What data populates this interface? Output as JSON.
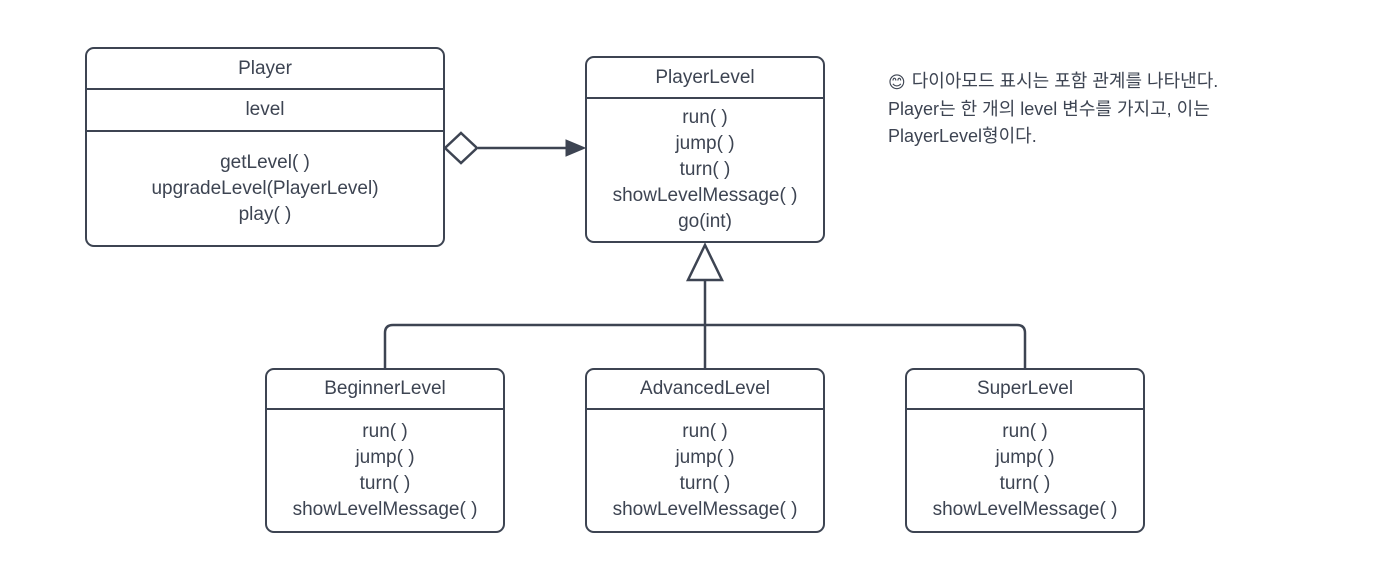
{
  "diagram": {
    "title": "UML class diagram - Player / PlayerLevel",
    "stroke_color": "#3d4452",
    "background_color": "#ffffff",
    "classes": [
      {
        "id": "player",
        "name": "Player",
        "attributes": [
          "level"
        ],
        "operations": [
          "getLevel( )",
          "upgradeLevel(PlayerLevel)",
          "play( )"
        ]
      },
      {
        "id": "playerlevel",
        "name": "PlayerLevel",
        "attributes": [],
        "operations": [
          "run( )",
          "jump( )",
          "turn( )",
          "showLevelMessage( )",
          "go(int)"
        ]
      },
      {
        "id": "beginner",
        "name": "BeginnerLevel",
        "attributes": [],
        "operations": [
          "run( )",
          "jump( )",
          "turn( )",
          "showLevelMessage( )"
        ]
      },
      {
        "id": "advanced",
        "name": "AdvancedLevel",
        "attributes": [],
        "operations": [
          "run( )",
          "jump( )",
          "turn( )",
          "showLevelMessage( )"
        ]
      },
      {
        "id": "super",
        "name": "SuperLevel",
        "attributes": [],
        "operations": [
          "run( )",
          "jump( )",
          "turn( )",
          "showLevelMessage( )"
        ]
      }
    ],
    "relations": [
      {
        "type": "aggregation",
        "from": "player",
        "to": "playerlevel",
        "marker_source": "hollow-diamond",
        "marker_target": "filled-arrow"
      },
      {
        "type": "generalization",
        "from": [
          "beginner",
          "advanced",
          "super"
        ],
        "to": "playerlevel",
        "marker_target": "hollow-triangle"
      }
    ]
  },
  "annotation": {
    "emoji": "😊",
    "emoji_name": "smiling-face-with-smiling-eyes",
    "line1": "다이아모드 표시는 포함 관계를 나타낸다.",
    "line2": "Player는 한 개의 level 변수를 가지고, 이는",
    "line3": "PlayerLevel형이다."
  }
}
